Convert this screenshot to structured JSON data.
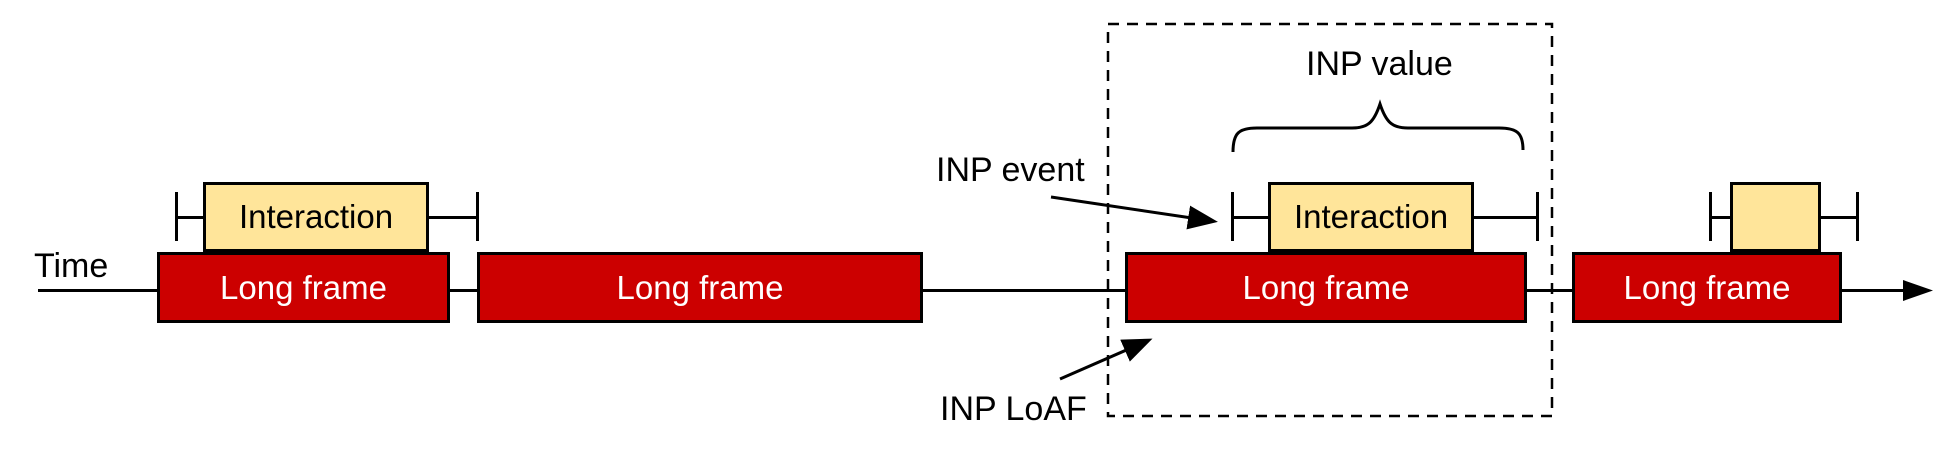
{
  "colors": {
    "background": "#ffffff",
    "long_frame_fill": "#cc0000",
    "interaction_fill": "#ffe59a",
    "outline": "#000000",
    "frame_text": "#ffffff"
  },
  "timeline": {
    "axis_label": "Time"
  },
  "frames": [
    {
      "label": "Long frame"
    },
    {
      "label": "Long frame"
    },
    {
      "label": "Long frame"
    },
    {
      "label": "Long frame"
    }
  ],
  "interactions": [
    {
      "label": "Interaction"
    },
    {
      "label": "Interaction"
    },
    {
      "label": ""
    }
  ],
  "annotations": {
    "inp_event": {
      "label": "INP event"
    },
    "inp_value": {
      "label": "INP value"
    },
    "inp_loaf": {
      "label": "INP LoAF"
    }
  }
}
